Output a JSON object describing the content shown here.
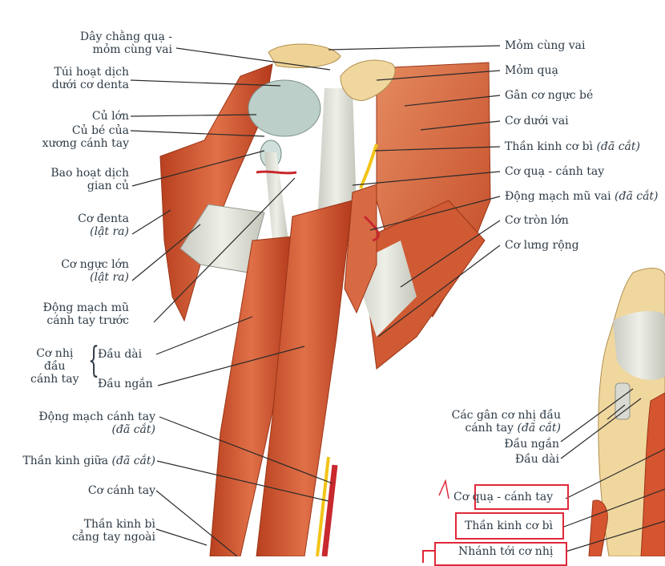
{
  "left_labels": {
    "acromioclavicular_ligament": [
      "Dây chằng quạ -",
      "mỏm cùng vai"
    ],
    "subdeltoid_bursa": [
      "Túi hoạt dịch",
      "dưới cơ denta"
    ],
    "greater_tubercle": "Củ lớn",
    "lesser_tubercle": [
      "Củ bé của",
      "xương cánh tay"
    ],
    "intertubercular_sheath": [
      "Bao hoạt dịch",
      "gian củ"
    ],
    "deltoid": "Cơ đenta",
    "deltoid_note": "(lật ra)",
    "pectoralis_major": "Cơ ngực lớn",
    "pectoralis_major_note": "(lật ra)",
    "anterior_circumflex_humeral": [
      "Động mạch mũ",
      "cánh tay trước"
    ],
    "biceps": [
      "Cơ nhị",
      "đầu",
      "cánh tay"
    ],
    "long_head": "Đầu dài",
    "short_head": "Đầu ngắn",
    "brachial_artery": "Động mạch cánh tay",
    "brachial_artery_note": "(đã cắt)",
    "median_nerve": "Thần kinh giữa",
    "median_nerve_note": "(đã cắt)",
    "brachialis": "Cơ cánh tay",
    "lateral_cutaneous_nerve": [
      "Thần kinh bì",
      "cẳng tay ngoài"
    ]
  },
  "right_labels": {
    "acromion": "Mỏm cùng vai",
    "coracoid": "Mỏm quạ",
    "pectoralis_minor_tendon": "Gân cơ ngực bé",
    "subscapularis": "Cơ dưới vai",
    "musculocutaneous_nerve": "Thần kinh cơ bì",
    "musculocutaneous_note": "(đã cắt)",
    "coracobrachialis": "Cơ quạ - cánh tay",
    "circumflex_scapular": "Động mạch mũ vai",
    "circumflex_scapular_note": "(đã cắt)",
    "teres_major": "Cơ tròn lớn",
    "latissimus_dorsi": "Cơ lưng rộng"
  },
  "inset_labels": {
    "biceps_tendons": [
      "Các gân cơ nhị đầu",
      "cánh tay"
    ],
    "biceps_tendons_note": "(đã cắt)",
    "short_head": "Đầu ngắn",
    "long_head": "Đầu dài",
    "coracobrachialis": "Cơ quạ - cánh tay",
    "musculocutaneous_nerve": "Thần kinh cơ bì",
    "branch_to_biceps": "Nhánh tới cơ nhị"
  },
  "colors": {
    "muscle": "#d4552f",
    "muscle_light": "#e8805a",
    "tendon": "#dcdcd0",
    "bone": "#f0d9a0",
    "nerve": "#f2c417",
    "artery": "#c8282e",
    "label_text": "#2e3b46",
    "highlight_box": "#e0283a"
  }
}
